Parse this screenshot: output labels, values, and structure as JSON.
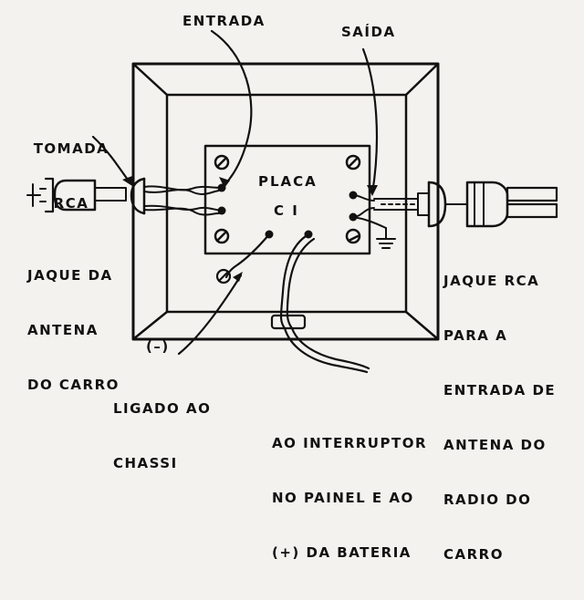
{
  "labels": {
    "entrada": "ENTRADA",
    "saida": "SAÍDA",
    "tomada_rca": [
      "TOMADA",
      "RCA"
    ],
    "placa": "PLACA",
    "ci": "C I",
    "jaque_antena": [
      "JAQUE DA",
      "ANTENA",
      "DO CARRO"
    ],
    "jaque_rca": [
      "JAQUE RCA",
      "PARA A",
      "ENTRADA DE",
      "ANTENA DO",
      "RADIO DO",
      "CARRO"
    ],
    "negative": "(–)",
    "ligado_chassi": [
      "LIGADO AO",
      "CHASSI"
    ],
    "interruptor": [
      "AO INTERRUPTOR",
      "NO PAINEL E AO",
      "(+) DA BATERIA"
    ]
  },
  "colors": {
    "ink": "#111111",
    "paper": "#f4f2ee"
  }
}
